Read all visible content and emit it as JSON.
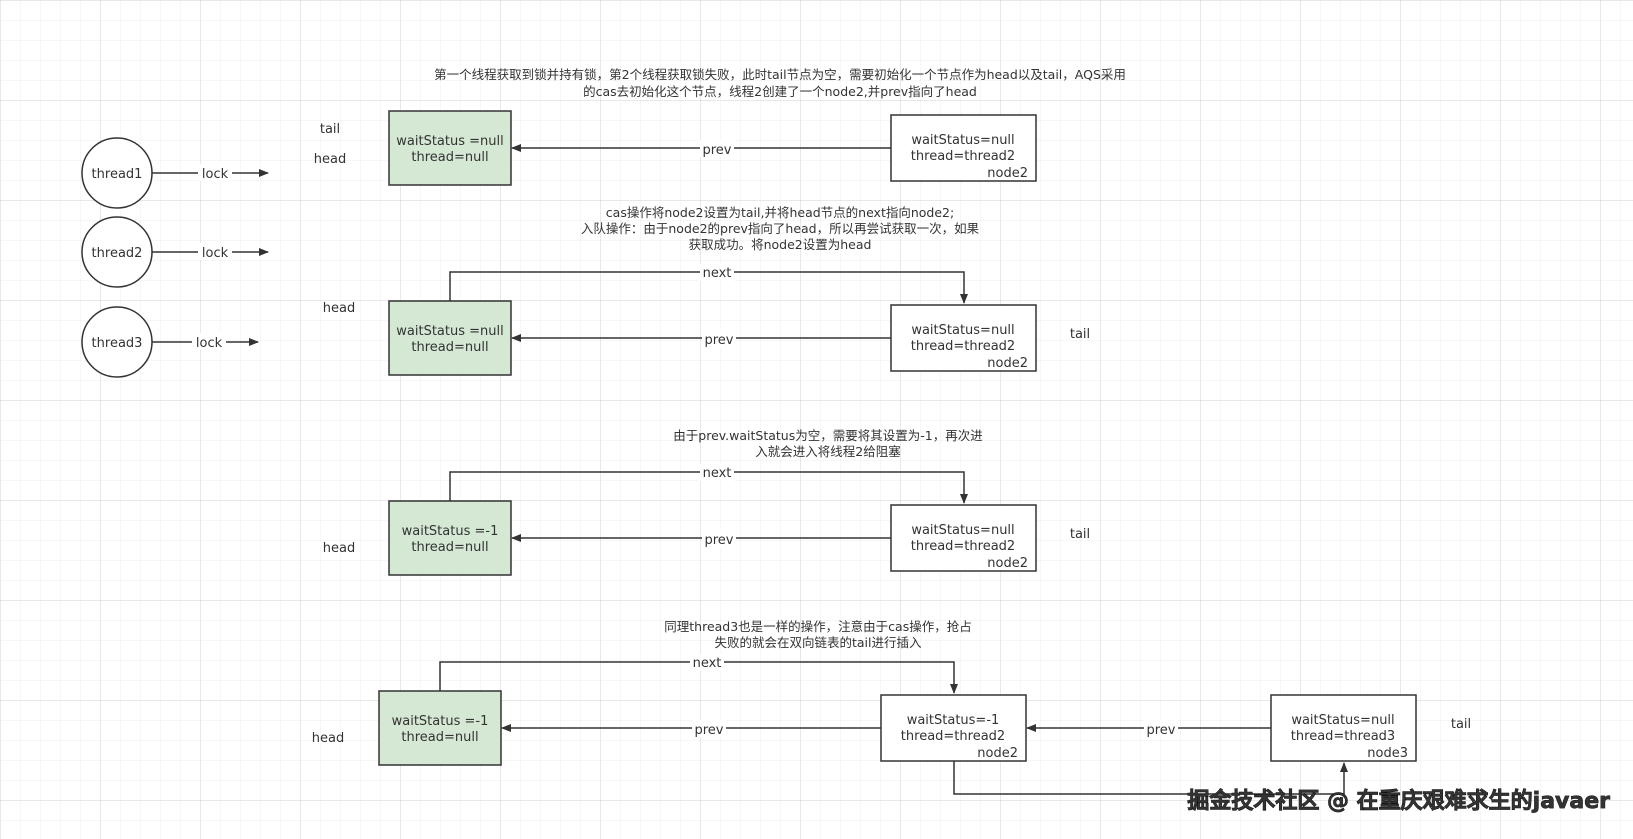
{
  "threads": [
    {
      "label": "thread1",
      "lock": "lock"
    },
    {
      "label": "thread2",
      "lock": "lock"
    },
    {
      "label": "thread3",
      "lock": "lock"
    }
  ],
  "section1": {
    "note": [
      "第一个线程获取到锁并持有锁，第2个线程获取锁失败，此时tail节点为空，需要初始化一个节点作为head以及tail，AQS采用",
      "的cas去初始化这个节点，线程2创建了一个node2,并prev指向了head"
    ],
    "tail_label": "tail",
    "head_label": "head",
    "head_node": [
      "waitStatus =null",
      "thread=null"
    ],
    "node2": [
      "waitStatus=null",
      "thread=thread2"
    ],
    "node2_name": "node2",
    "prev": "prev"
  },
  "section2": {
    "note": [
      "cas操作将node2设置为tail,并将head节点的next指向node2;",
      "入队操作：由于node2的prev指向了head，所以再尝试获取一次，如果",
      "获取成功。将node2设置为head"
    ],
    "head_label": "head",
    "tail_label": "tail",
    "head_node": [
      "waitStatus =null",
      "thread=null"
    ],
    "node2": [
      "waitStatus=null",
      "thread=thread2"
    ],
    "node2_name": "node2",
    "next": "next",
    "prev": "prev"
  },
  "section3": {
    "note": [
      "由于prev.waitStatus为空，需要将其设置为-1，再次进",
      "入就会进入将线程2给阻塞"
    ],
    "head_label": "head",
    "tail_label": "tail",
    "head_node": [
      "waitStatus =-1",
      "thread=null"
    ],
    "node2": [
      "waitStatus=null",
      "thread=thread2"
    ],
    "node2_name": "node2",
    "next": "next",
    "prev": "prev"
  },
  "section4": {
    "note": [
      "同理thread3也是一样的操作，注意由于cas操作，抢占",
      "失败的就会在双向链表的tail进行插入"
    ],
    "head_label": "head",
    "tail_label": "tail",
    "head_node": [
      "waitStatus =-1",
      "thread=null"
    ],
    "node2": [
      "waitStatus=-1",
      "thread=thread2"
    ],
    "node2_name": "node2",
    "node3": [
      "waitStatus=null",
      "thread=thread3"
    ],
    "node3_name": "node3",
    "next": "next",
    "prev": "prev",
    "prev2": "prev"
  },
  "watermark": "掘金技术社区 @ 在重庆艰难求生的javaer"
}
